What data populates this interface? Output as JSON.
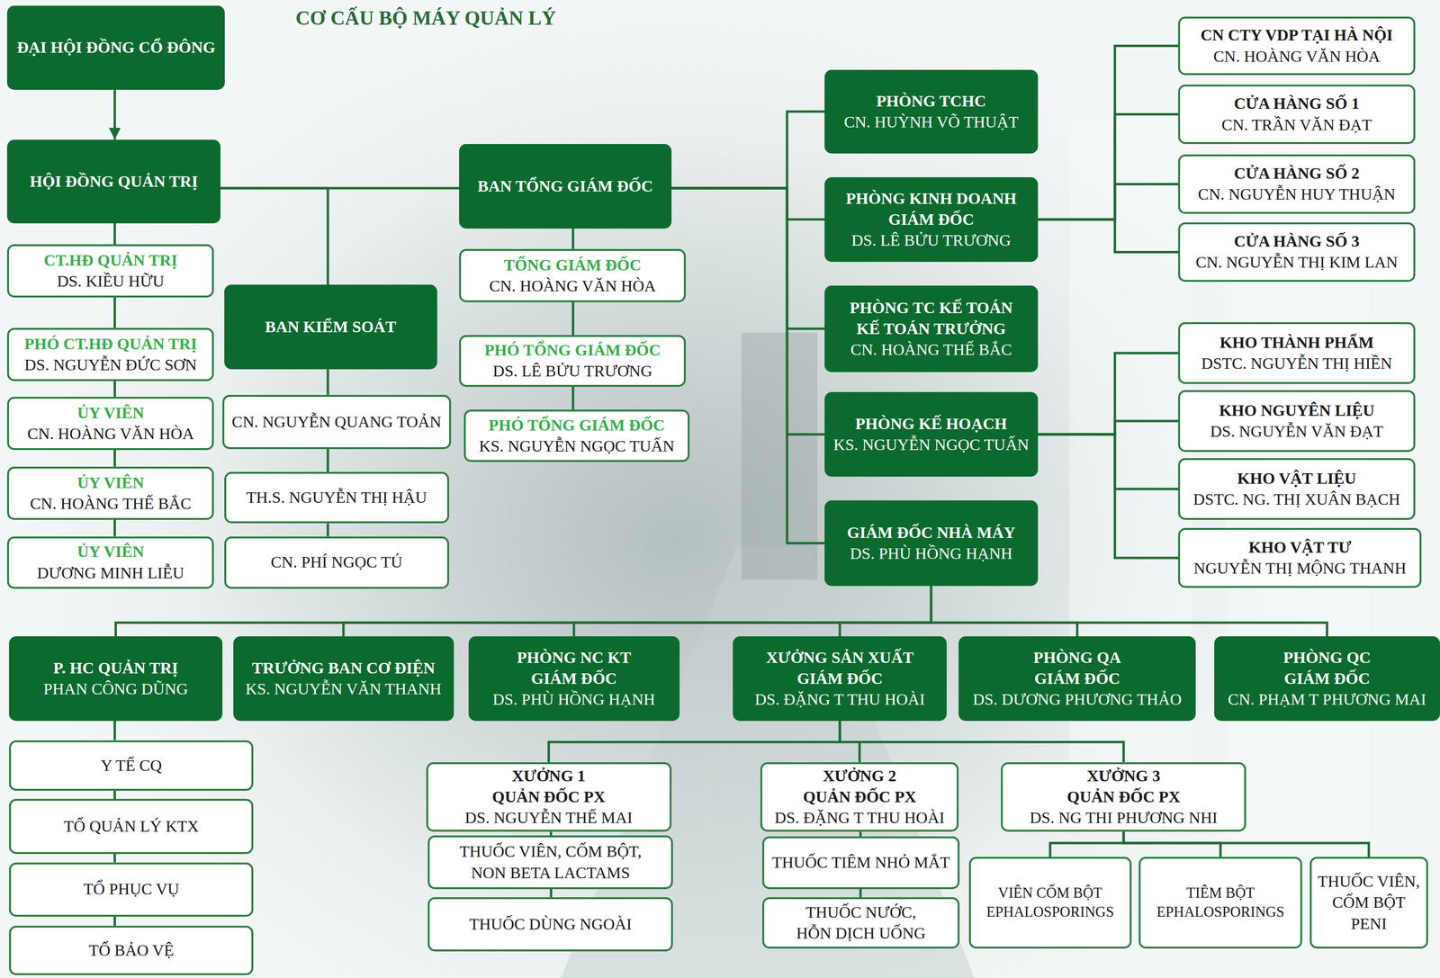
{
  "diagram": {
    "title": "CƠ CẤU BỘ MÁY QUẢN LÝ",
    "nodes": [
      {
        "text": [
          "ĐẠI HỘI ĐỒNG CỔ ĐÔNG"
        ]
      },
      {
        "text": [
          "HỘI ĐỒNG QUẢN TRỊ"
        ]
      },
      {
        "text": [
          "CT.HĐ QUẢN TRỊ",
          "DS. KIỀU HỮU"
        ]
      },
      {
        "text": [
          "PHÓ CT.HĐ QUẢN TRỊ",
          "DS. NGUYỄN ĐỨC SƠN"
        ]
      },
      {
        "text": [
          "ỦY VIÊN",
          "CN. HOÀNG VĂN HÒA"
        ]
      },
      {
        "text": [
          "ỦY VIÊN",
          "CN. HOÀNG THẾ BẮC"
        ]
      },
      {
        "text": [
          "ỦY VIÊN",
          "DƯƠNG MINH LIỄU"
        ]
      },
      {
        "text": [
          "BAN KIỂM SOÁT"
        ]
      },
      {
        "text": [
          "CN. NGUYỄN QUANG TOẢN"
        ]
      },
      {
        "text": [
          "TH.S. NGUYỄN THỊ HẬU"
        ]
      },
      {
        "text": [
          "CN. PHÍ NGỌC TÚ"
        ]
      },
      {
        "text": [
          "BAN TỔNG GIÁM ĐỐC"
        ]
      },
      {
        "text": [
          "TỔNG GIÁM ĐỐC",
          "CN. HOÀNG VĂN HÒA"
        ]
      },
      {
        "text": [
          "PHÓ TỔNG GIÁM ĐỐC",
          "DS. LÊ BỬU TRƯƠNG"
        ]
      },
      {
        "text": [
          "PHÓ TỔNG GIÁM ĐỐC",
          "KS. NGUYỄN NGỌC TUẤN"
        ]
      },
      {
        "text": [
          "PHÒNG TCHC",
          "CN. HUỲNH VÕ THUẬT"
        ]
      },
      {
        "text": [
          "PHÒNG KINH DOANH",
          "GIÁM ĐỐC",
          "DS. LÊ BỬU TRƯƠNG"
        ]
      },
      {
        "text": [
          "PHÒNG TC KẾ TOÁN",
          "KẾ TOÁN TRƯỞNG",
          "CN. HOÀNG THẾ BẮC"
        ]
      },
      {
        "text": [
          "PHÒNG KẾ HOẠCH",
          "KS. NGUYỄN NGỌC TUẤN"
        ]
      },
      {
        "text": [
          "GIÁM ĐỐC NHÀ MÁY",
          "DS. PHÙ HỒNG HẠNH"
        ]
      },
      {
        "text": [
          "CN CTY VDP TẠI HÀ NỘI",
          "CN. HOÀNG VĂN HÒA"
        ]
      },
      {
        "text": [
          "CỬA HÀNG SỐ 1",
          "CN. TRẦN VĂN ĐẠT"
        ]
      },
      {
        "text": [
          "CỬA HÀNG SỐ 2",
          "CN. NGUYỄN HUY THUẬN"
        ]
      },
      {
        "text": [
          "CỬA HÀNG SỐ 3",
          "CN. NGUYỄN THỊ KIM LAN"
        ]
      },
      {
        "text": [
          "KHO THÀNH PHẨM",
          "DSTC. NGUYỄN THỊ HIỀN"
        ]
      },
      {
        "text": [
          "KHO NGUYÊN LIỆU",
          "DS. NGUYỄN VĂN ĐẠT"
        ]
      },
      {
        "text": [
          "KHO VẬT LIỆU",
          "DSTC. NG. THỊ XUÂN BẠCH"
        ]
      },
      {
        "text": [
          "KHO VẬT TƯ",
          "NGUYỄN THỊ MỘNG THANH"
        ]
      },
      {
        "text": [
          "P. HC QUẢN TRỊ",
          "PHAN CÔNG DŨNG"
        ]
      },
      {
        "text": [
          "TRƯỞNG BAN CƠ ĐIỆN",
          "KS. NGUYỄN VĂN THANH"
        ]
      },
      {
        "text": [
          "PHÒNG NC KT",
          "GIÁM ĐỐC",
          "DS. PHÙ HỒNG HẠNH"
        ]
      },
      {
        "text": [
          "XƯỞNG SẢN XUẤT",
          "GIÁM ĐỐC",
          "DS. ĐẶNG T THU HOÀI"
        ]
      },
      {
        "text": [
          "PHÒNG QA",
          "GIÁM ĐỐC",
          "DS. DƯƠNG PHƯƠNG THẢO"
        ]
      },
      {
        "text": [
          "PHÒNG QC",
          "GIÁM ĐỐC",
          "CN. PHẠM T PHƯƠNG MAI"
        ]
      },
      {
        "text": [
          "Y TẾ CQ"
        ]
      },
      {
        "text": [
          "TỔ QUẢN LÝ KTX"
        ]
      },
      {
        "text": [
          "TỔ PHỤC VỤ"
        ]
      },
      {
        "text": [
          "TỔ BẢO VỆ"
        ]
      },
      {
        "text": [
          "XƯỞNG 1",
          "QUẢN ĐỐC PX",
          "DS. NGUYỄN THẾ MAI"
        ]
      },
      {
        "text": [
          "THUỐC VIÊN, CỐM BỘT, NON BETA LACTAMS"
        ]
      },
      {
        "text": [
          "THUỐC DÙNG NGOÀI"
        ]
      },
      {
        "text": [
          "XƯỞNG 2",
          "QUẢN ĐỐC PX",
          "DS. ĐẶNG T THU HOÀI"
        ]
      },
      {
        "text": [
          "THUỐC TIÊM NHỎ MẮT"
        ]
      },
      {
        "text": [
          "THUỐC NƯỚC, HỖN DỊCH UỐNG"
        ]
      },
      {
        "text": [
          "XƯỞNG 3",
          "QUẢN ĐỐC PX",
          "DS. NG THI PHƯƠNG NHI"
        ]
      },
      {
        "text": [
          "VIÊN CỐM BỘT EPHALOSPORINGS"
        ]
      },
      {
        "text": [
          "TIÊM BỘT EPHALOSPORINGS"
        ]
      },
      {
        "text": [
          "THUỐC VIÊN, CỐM BỘT PENI"
        ]
      }
    ],
    "edges": [
      {
        "from": 0,
        "to": 1,
        "arrow": "to"
      },
      {
        "from": 1,
        "to": 2,
        "arrow": "none"
      },
      {
        "from": 2,
        "to": 3,
        "arrow": "none"
      },
      {
        "from": 3,
        "to": 4,
        "arrow": "none"
      },
      {
        "from": 4,
        "to": 5,
        "arrow": "none"
      },
      {
        "from": 5,
        "to": 6,
        "arrow": "none"
      },
      {
        "from": 1,
        "to": 7,
        "arrow": "none"
      },
      {
        "from": 7,
        "to": 8,
        "arrow": "none"
      },
      {
        "from": 8,
        "to": 9,
        "arrow": "none"
      },
      {
        "from": 9,
        "to": 10,
        "arrow": "none"
      },
      {
        "from": 1,
        "to": 11,
        "arrow": "none"
      },
      {
        "from": 11,
        "to": 12,
        "arrow": "none"
      },
      {
        "from": 12,
        "to": 13,
        "arrow": "none"
      },
      {
        "from": 13,
        "to": 14,
        "arrow": "none"
      },
      {
        "from": 11,
        "to": 15,
        "arrow": "none"
      },
      {
        "from": 11,
        "to": 16,
        "arrow": "none"
      },
      {
        "from": 11,
        "to": 17,
        "arrow": "none"
      },
      {
        "from": 11,
        "to": 18,
        "arrow": "none"
      },
      {
        "from": 11,
        "to": 19,
        "arrow": "none"
      },
      {
        "from": 16,
        "to": 20,
        "arrow": "none"
      },
      {
        "from": 16,
        "to": 21,
        "arrow": "none"
      },
      {
        "from": 16,
        "to": 22,
        "arrow": "none"
      },
      {
        "from": 16,
        "to": 23,
        "arrow": "none"
      },
      {
        "from": 18,
        "to": 24,
        "arrow": "none"
      },
      {
        "from": 18,
        "to": 25,
        "arrow": "none"
      },
      {
        "from": 18,
        "to": 26,
        "arrow": "none"
      },
      {
        "from": 18,
        "to": 27,
        "arrow": "none"
      },
      {
        "from": 19,
        "to": 28,
        "arrow": "none"
      },
      {
        "from": 19,
        "to": 29,
        "arrow": "none"
      },
      {
        "from": 19,
        "to": 30,
        "arrow": "none"
      },
      {
        "from": 19,
        "to": 31,
        "arrow": "none"
      },
      {
        "from": 19,
        "to": 32,
        "arrow": "none"
      },
      {
        "from": 19,
        "to": 33,
        "arrow": "none"
      },
      {
        "from": 28,
        "to": 34,
        "arrow": "none"
      },
      {
        "from": 34,
        "to": 35,
        "arrow": "none"
      },
      {
        "from": 35,
        "to": 36,
        "arrow": "none"
      },
      {
        "from": 36,
        "to": 37,
        "arrow": "none"
      },
      {
        "from": 31,
        "to": 38,
        "arrow": "none"
      },
      {
        "from": 31,
        "to": 41,
        "arrow": "none"
      },
      {
        "from": 31,
        "to": 44,
        "arrow": "none"
      },
      {
        "from": 38,
        "to": 39,
        "arrow": "none"
      },
      {
        "from": 39,
        "to": 40,
        "arrow": "none"
      },
      {
        "from": 41,
        "to": 42,
        "arrow": "none"
      },
      {
        "from": 42,
        "to": 43,
        "arrow": "none"
      },
      {
        "from": 44,
        "to": 45,
        "arrow": "none"
      },
      {
        "from": 44,
        "to": 46,
        "arrow": "none"
      },
      {
        "from": 44,
        "to": 47,
        "arrow": "none"
      }
    ]
  }
}
